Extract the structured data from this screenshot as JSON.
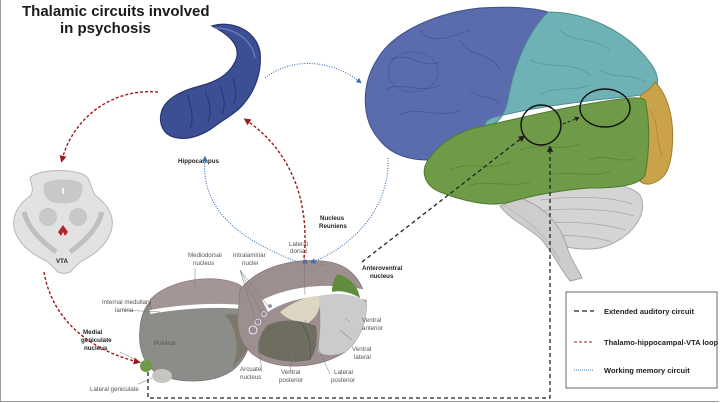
{
  "title": {
    "line1": "Thalamic circuits involved",
    "line2": "in psychosis"
  },
  "structures": {
    "vta": "VTA",
    "hippocampus": "Hippocampus",
    "nucleus_reuniens_1": "Nucleus",
    "nucleus_reuniens_2": "Reuniens",
    "lateral_dorsal_1": "Lateral",
    "lateral_dorsal_2": "dorsal",
    "mediodorsal_1": "Mediodorsal",
    "mediodorsal_2": "nucleus",
    "intralaminar_1": "Intralaminar",
    "intralaminar_2": "nuclei",
    "internal_medullary_1": "Internal medullary",
    "internal_medullary_2": "lamina",
    "anteroventral_1": "Anteroventral",
    "anteroventral_2": "nucleus",
    "medial_geniculate_1": "Medial",
    "medial_geniculate_2": "geniculate",
    "medial_geniculate_3": "nucleus",
    "pulvinar": "Pulvinar",
    "lateral_geniculate": "Lateral geniculate",
    "arcuate_1": "Arcuate",
    "arcuate_2": "nucleus",
    "ventral_posterior_1": "Ventral",
    "ventral_posterior_2": "posterior",
    "lateral_posterior_1": "Lateral",
    "lateral_posterior_2": "posterior",
    "ventral_lateral_1": "Ventral",
    "ventral_lateral_2": "lateral",
    "ventral_anterior_1": "Ventral",
    "ventral_anterior_2": "anterior"
  },
  "legend": {
    "items": [
      {
        "label": "Extended auditory circuit",
        "style": "dashed",
        "color": "#222222"
      },
      {
        "label": "Thalamo-hippocampal-VTA loop",
        "style": "dashed",
        "color": "#9b1c1c"
      },
      {
        "label": "Working memory circuit",
        "style": "dotted",
        "color": "#3a6fb0"
      }
    ]
  },
  "colors": {
    "frontal": "#5a6cae",
    "parietal": "#6fb2b5",
    "occipital": "#c9a24a",
    "temporal": "#6f9a48",
    "cerebellum": "#cfcfcf",
    "hippocampus": "#3d4f94",
    "auditory": "#222222",
    "loop": "#9b1c1c",
    "memory": "#3a6fb0"
  }
}
